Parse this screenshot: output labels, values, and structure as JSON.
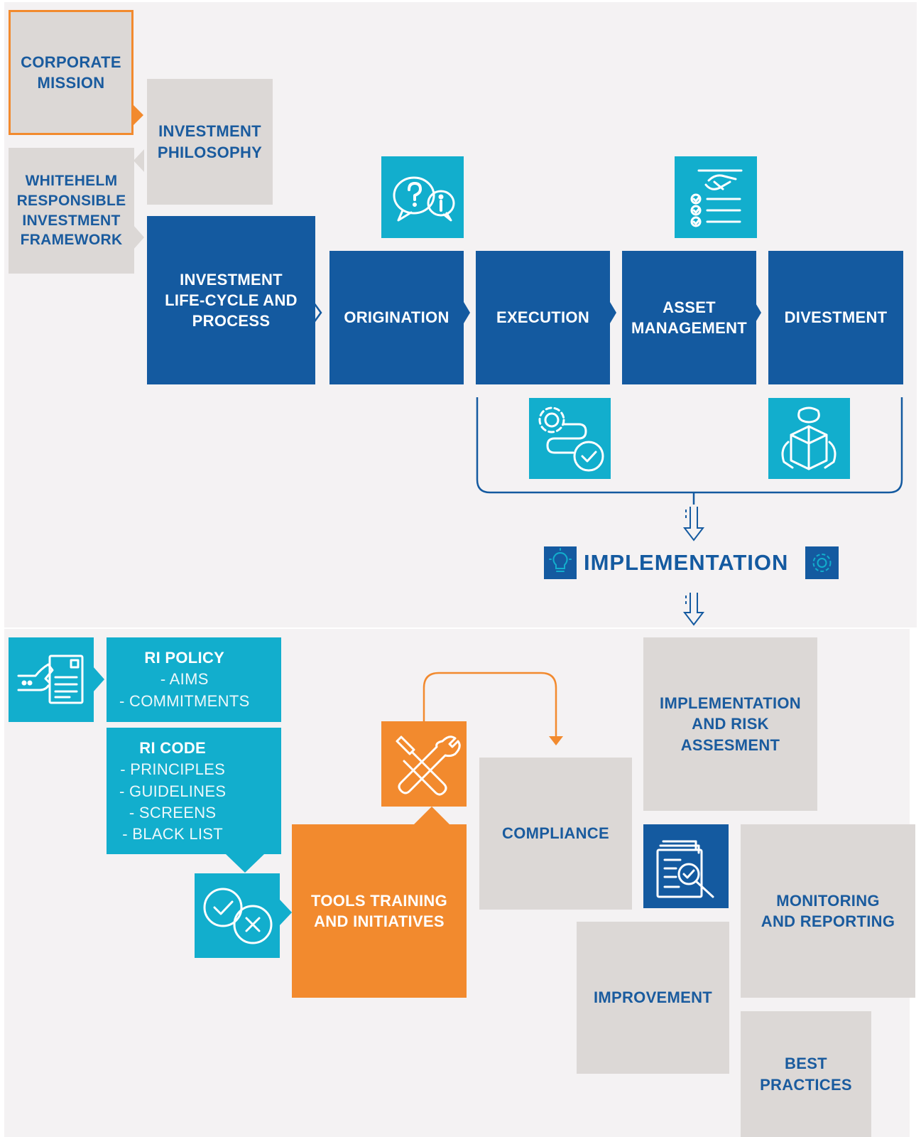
{
  "colors": {
    "navy": "#145aa0",
    "cyan": "#12aecd",
    "orange": "#f28a2e",
    "gray": "#dcd8d6",
    "text_blue": "#1a5b9e",
    "background": "#f4f2f3"
  },
  "top": {
    "corporate_mission": "CORPORATE\nMISSION",
    "investment_philosophy": "INVESTMENT\nPHILOSOPHY",
    "framework": "WHITEHELM\nRESPONSIBLE\nINVESTMENT\nFRAMEWORK",
    "lifecycle": "INVESTMENT\nLIFE-CYCLE AND\nPROCESS",
    "origination": "ORIGINATION",
    "execution": "EXECUTION",
    "asset_management": "ASSET\nMANAGEMENT",
    "divestment": "DIVESTMENT",
    "implementation": "IMPLEMENTATION"
  },
  "icons": {
    "origination_icon": "question-info-bubbles-icon",
    "asset_management_icon": "handshake-checklist-icon",
    "execution_icon": "gear-path-check-icon",
    "divestment_icon": "hands-globe-icon",
    "implementation_left_icon": "lightbulb-icon",
    "implementation_right_icon": "gear-icon",
    "ri_policy_icon": "hand-document-icon",
    "tools_icon": "wrench-screwdriver-icon",
    "ri_code_icon": "check-cross-icon",
    "monitoring_icon": "document-magnifier-icon"
  },
  "bottom": {
    "ri_policy": {
      "title": "RI POLICY",
      "items": [
        "- AIMS",
        "- COMMITMENTS"
      ]
    },
    "ri_code": {
      "title": "RI CODE",
      "items": [
        "- PRINCIPLES",
        "- GUIDELINES",
        "- SCREENS",
        "- BLACK LIST"
      ]
    },
    "tools": "TOOLS TRAINING\nAND INITIATIVES",
    "compliance": "COMPLIANCE",
    "implementation_risk": "IMPLEMENTATION\nAND RISK\nASSESMENT",
    "monitoring": "MONITORING\nAND REPORTING",
    "improvement": "IMPROVEMENT",
    "best_practices": "BEST\nPRACTICES"
  }
}
